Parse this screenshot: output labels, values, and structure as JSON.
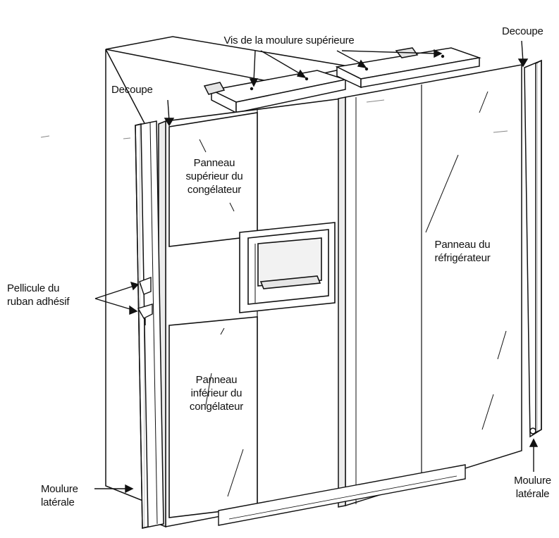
{
  "diagram": {
    "labels": {
      "top_molding_screws": "Vis de la moulure supérieure",
      "cutout_left": "Decoupe",
      "cutout_right": "Decoupe",
      "freezer_upper_panel": "Panneau\nsupérieur du\ncongélateur",
      "refrigerator_panel": "Panneau du\nréfrigérateur",
      "adhesive_tape_film": "Pellicule du\nruban adhésif",
      "freezer_lower_panel": "Panneau\ninférieur du\ncongélateur",
      "side_molding_left": "Moulure\nlatérale",
      "side_molding_right": "Moulure\nlatérale"
    },
    "colors": {
      "line": "#111111",
      "panel_fill": "#ffffff",
      "shade": "#d9d9d9",
      "dark_shade": "#8c8c8c"
    }
  }
}
